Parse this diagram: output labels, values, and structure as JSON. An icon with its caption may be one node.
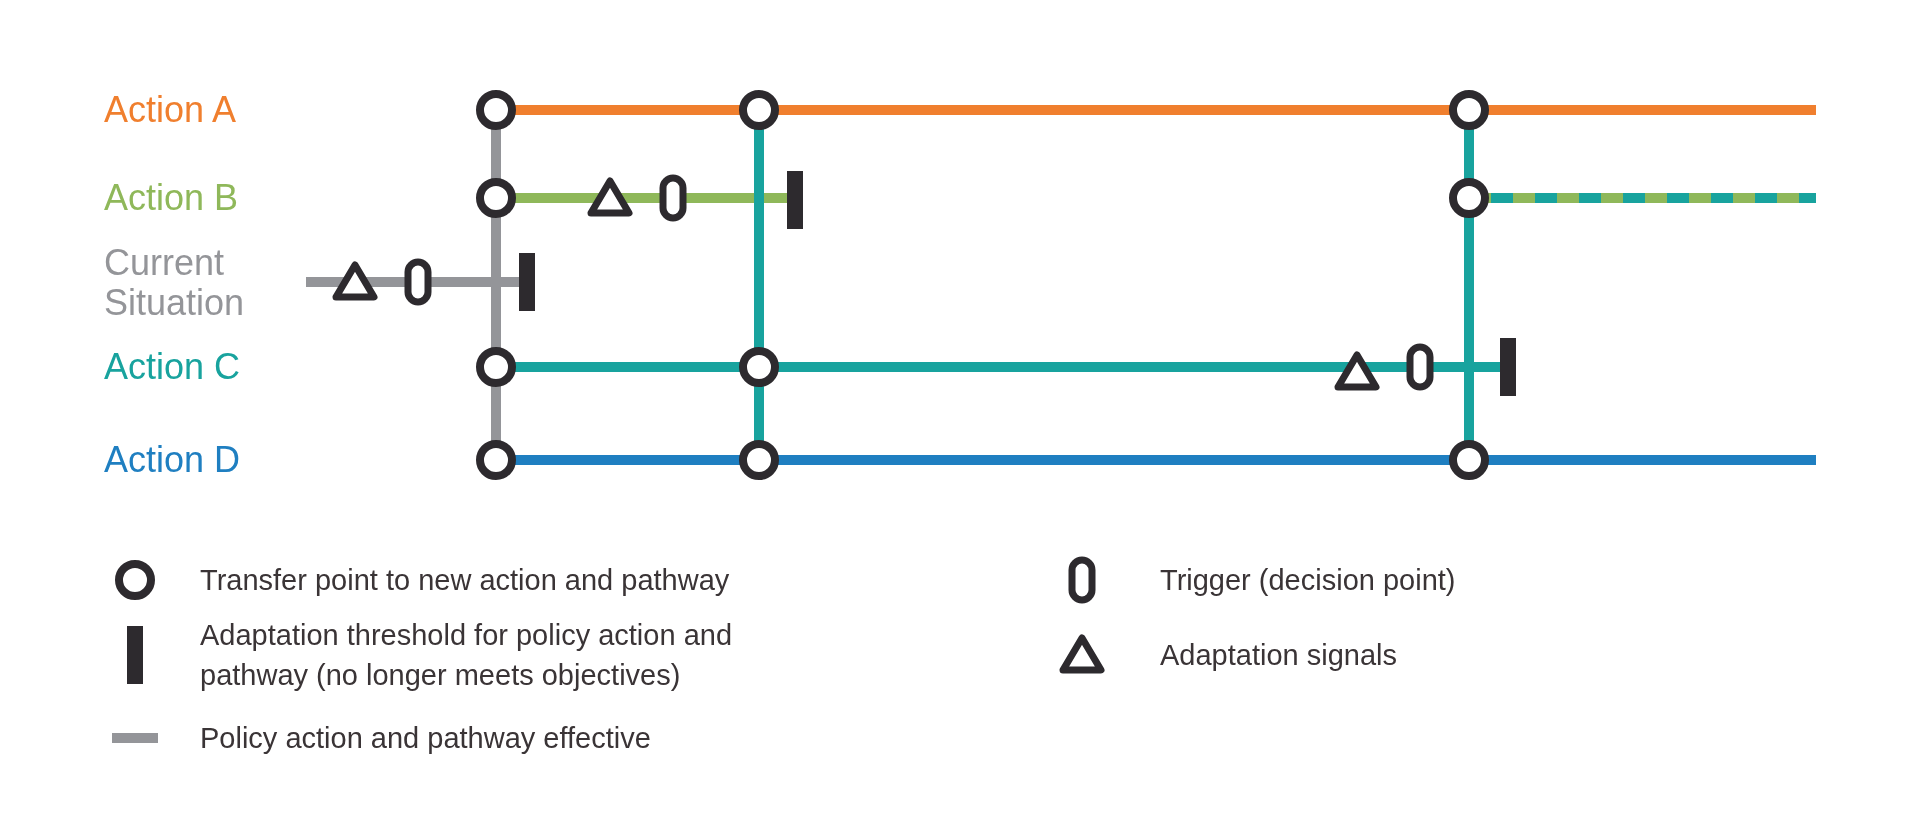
{
  "diagram": {
    "labels": [
      "Action A",
      "Action B",
      "Current Situation",
      "Action C",
      "Action D"
    ],
    "legend": [
      {
        "text": "Transfer point to new action and pathway"
      },
      {
        "text": "Adaptation threshold for policy action and pathway (no longer meets objectives)"
      },
      {
        "text": "Policy action and pathway effective"
      },
      {
        "text": "Trigger (decision point)"
      },
      {
        "text": "Adaptation signals"
      }
    ]
  }
}
